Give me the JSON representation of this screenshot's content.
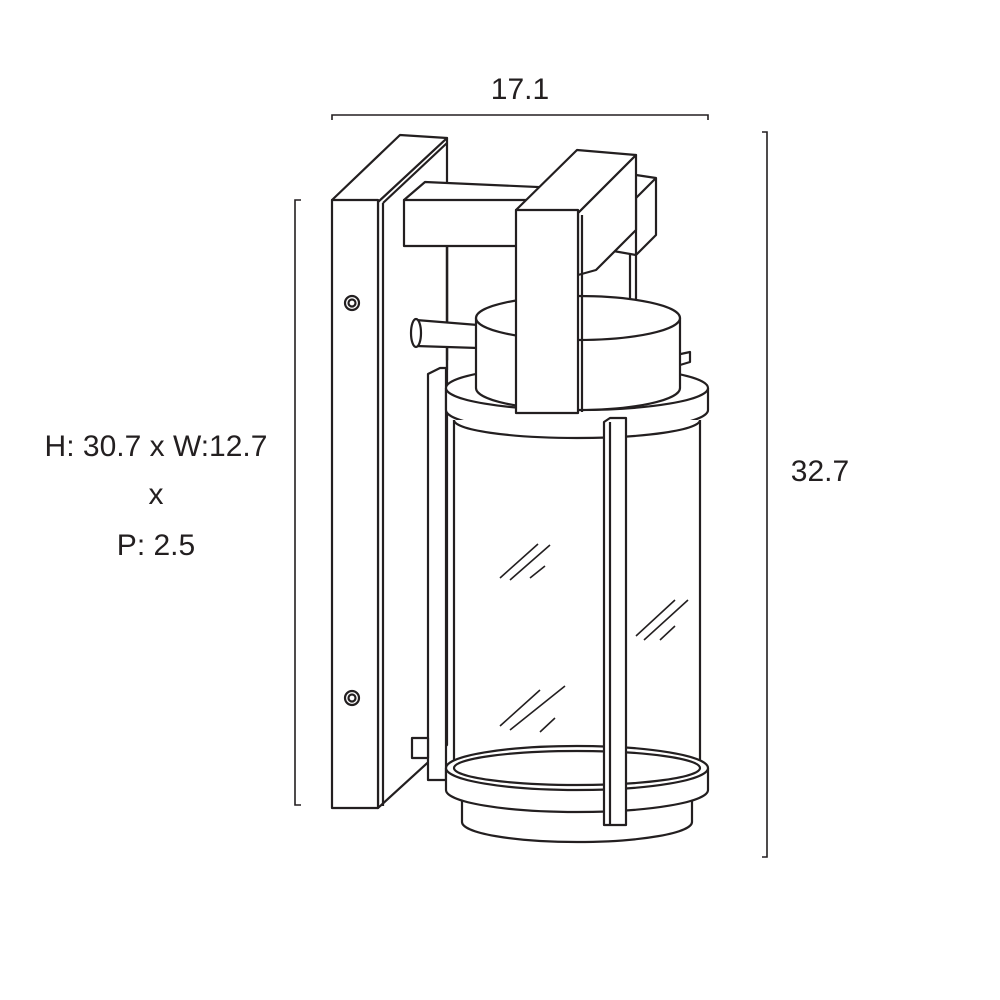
{
  "dimensions": {
    "width_label": "17.1",
    "height_label": "32.7",
    "spec_line1": "H: 30.7 x W:12.7",
    "spec_line2": "x",
    "spec_line3": "P: 2.5"
  },
  "colors": {
    "line": "#231f20",
    "background": "#ffffff"
  }
}
